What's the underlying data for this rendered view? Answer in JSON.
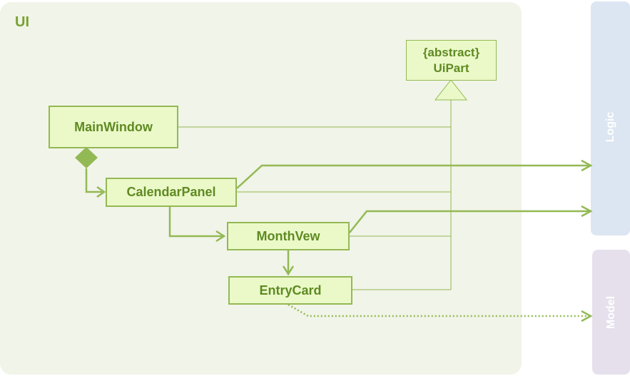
{
  "package": {
    "label": "UI"
  },
  "panels": {
    "logic": {
      "label": "Logic"
    },
    "model": {
      "label": "Model"
    }
  },
  "classes": {
    "uipart": {
      "stereotype": "{abstract}",
      "name": "UiPart"
    },
    "main_window": {
      "name": "MainWindow"
    },
    "calendar_panel": {
      "name": "CalendarPanel"
    },
    "month_view": {
      "name": "MonthVew"
    },
    "entry_card": {
      "name": "EntryCard"
    }
  },
  "colors": {
    "ui_background": "#f1f4e8",
    "class_fill": "#ebf9c9",
    "class_border": "#93b954",
    "class_text": "#5f8a22",
    "arrow": "#93b954",
    "logic_panel": "#dce6f2",
    "model_panel": "#e6e0ec"
  }
}
